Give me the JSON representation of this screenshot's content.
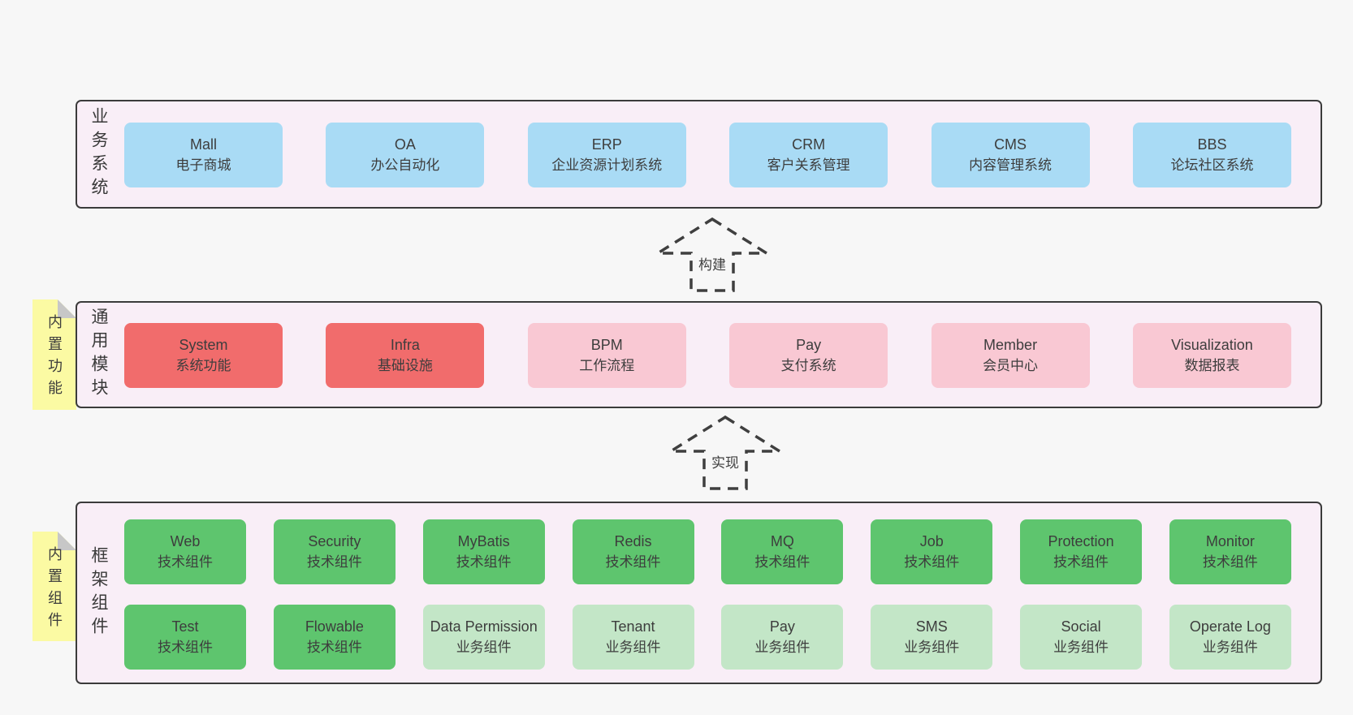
{
  "palette": {
    "page_bg": "#f7f7f7",
    "section_bg": "#f9eef7",
    "section_border": "#3b3b3b",
    "blue": "#a9dbf5",
    "red": "#f16c6c",
    "pink": "#f9c8d3",
    "green_dark": "#5ec56e",
    "green_light": "#c3e6c7",
    "note_yellow": "#fbfaa3",
    "note_fold": "#c7c7c7",
    "text": "#3d3d3d"
  },
  "business": {
    "label": "业务系统",
    "boxes": [
      {
        "en": "Mall",
        "zh": "电子商城"
      },
      {
        "en": "OA",
        "zh": "办公自动化"
      },
      {
        "en": "ERP",
        "zh": "企业资源计划系统"
      },
      {
        "en": "CRM",
        "zh": "客户关系管理"
      },
      {
        "en": "CMS",
        "zh": "内容管理系统"
      },
      {
        "en": "BBS",
        "zh": "论坛社区系统"
      }
    ]
  },
  "arrow_build": {
    "label": "构建"
  },
  "modules": {
    "label": "通用模块",
    "note": "内置功能",
    "boxes": [
      {
        "en": "System",
        "zh": "系统功能",
        "tone": "red"
      },
      {
        "en": "Infra",
        "zh": "基础设施",
        "tone": "red"
      },
      {
        "en": "BPM",
        "zh": "工作流程",
        "tone": "pink"
      },
      {
        "en": "Pay",
        "zh": "支付系统",
        "tone": "pink"
      },
      {
        "en": "Member",
        "zh": "会员中心",
        "tone": "pink"
      },
      {
        "en": "Visualization",
        "zh": "数据报表",
        "tone": "pink"
      }
    ]
  },
  "arrow_impl": {
    "label": "实现"
  },
  "components": {
    "label": "框架组件",
    "note": "内置组件",
    "row1": [
      {
        "en": "Web",
        "zh": "技术组件",
        "tone": "dark"
      },
      {
        "en": "Security",
        "zh": "技术组件",
        "tone": "dark"
      },
      {
        "en": "MyBatis",
        "zh": "技术组件",
        "tone": "dark"
      },
      {
        "en": "Redis",
        "zh": "技术组件",
        "tone": "dark"
      },
      {
        "en": "MQ",
        "zh": "技术组件",
        "tone": "dark"
      },
      {
        "en": "Job",
        "zh": "技术组件",
        "tone": "dark"
      },
      {
        "en": "Protection",
        "zh": "技术组件",
        "tone": "dark"
      },
      {
        "en": "Monitor",
        "zh": "技术组件",
        "tone": "dark"
      }
    ],
    "row2": [
      {
        "en": "Test",
        "zh": "技术组件",
        "tone": "dark"
      },
      {
        "en": "Flowable",
        "zh": "技术组件",
        "tone": "dark"
      },
      {
        "en": "Data Permission",
        "zh": "业务组件",
        "tone": "light"
      },
      {
        "en": "Tenant",
        "zh": "业务组件",
        "tone": "light"
      },
      {
        "en": "Pay",
        "zh": "业务组件",
        "tone": "light"
      },
      {
        "en": "SMS",
        "zh": "业务组件",
        "tone": "light"
      },
      {
        "en": "Social",
        "zh": "业务组件",
        "tone": "light"
      },
      {
        "en": "Operate Log",
        "zh": "业务组件",
        "tone": "light"
      }
    ]
  }
}
